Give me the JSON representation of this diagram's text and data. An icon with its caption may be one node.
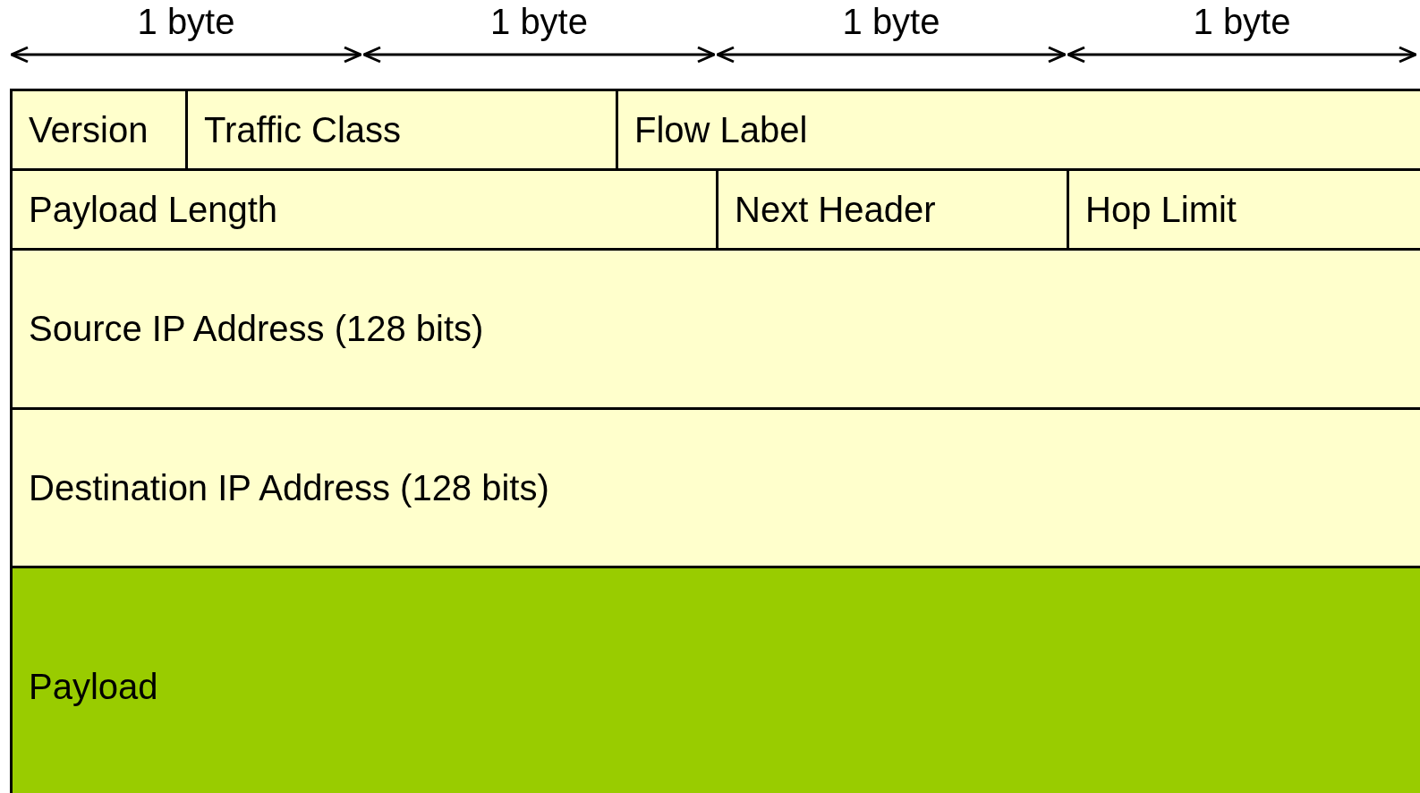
{
  "diagram": {
    "nodes": [
      {
        "text": [
          "Version"
        ]
      },
      {
        "text": [
          "Traffic Class"
        ]
      },
      {
        "text": [
          "Flow Label"
        ]
      },
      {
        "text": [
          "Payload Length"
        ]
      },
      {
        "text": [
          "Next Header"
        ]
      },
      {
        "text": [
          "Hop Limit"
        ]
      },
      {
        "text": [
          "Source IP Address (128 bits)"
        ]
      },
      {
        "text": [
          "Destination IP Address (128 bits)"
        ]
      },
      {
        "text": [
          "Payload"
        ]
      }
    ],
    "labels": [
      "1 byte",
      "1 byte",
      "1 byte",
      "1 byte"
    ]
  }
}
